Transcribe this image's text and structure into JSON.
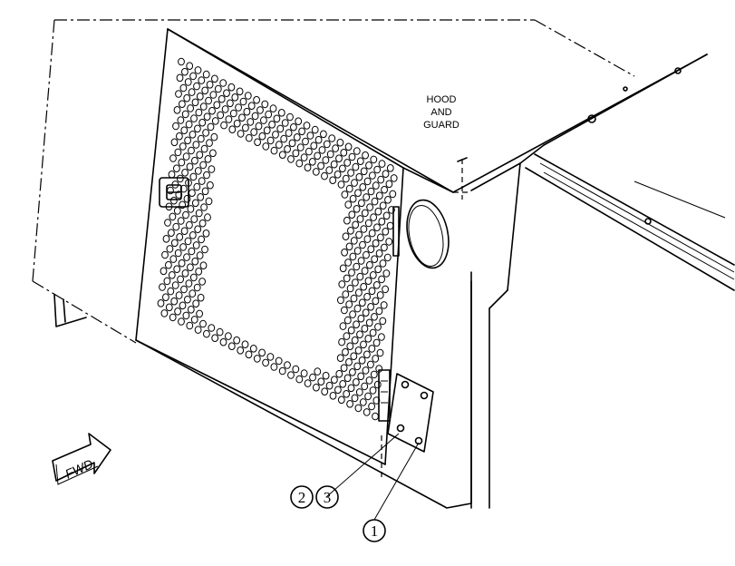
{
  "labels": {
    "hood_line1": "HOOD",
    "hood_line2": "AND",
    "hood_line3": "GUARD",
    "fwd": "FWD"
  },
  "callouts": [
    "2",
    "3",
    "1"
  ],
  "colors": {
    "ink": "#000000",
    "paper": "#ffffff"
  }
}
